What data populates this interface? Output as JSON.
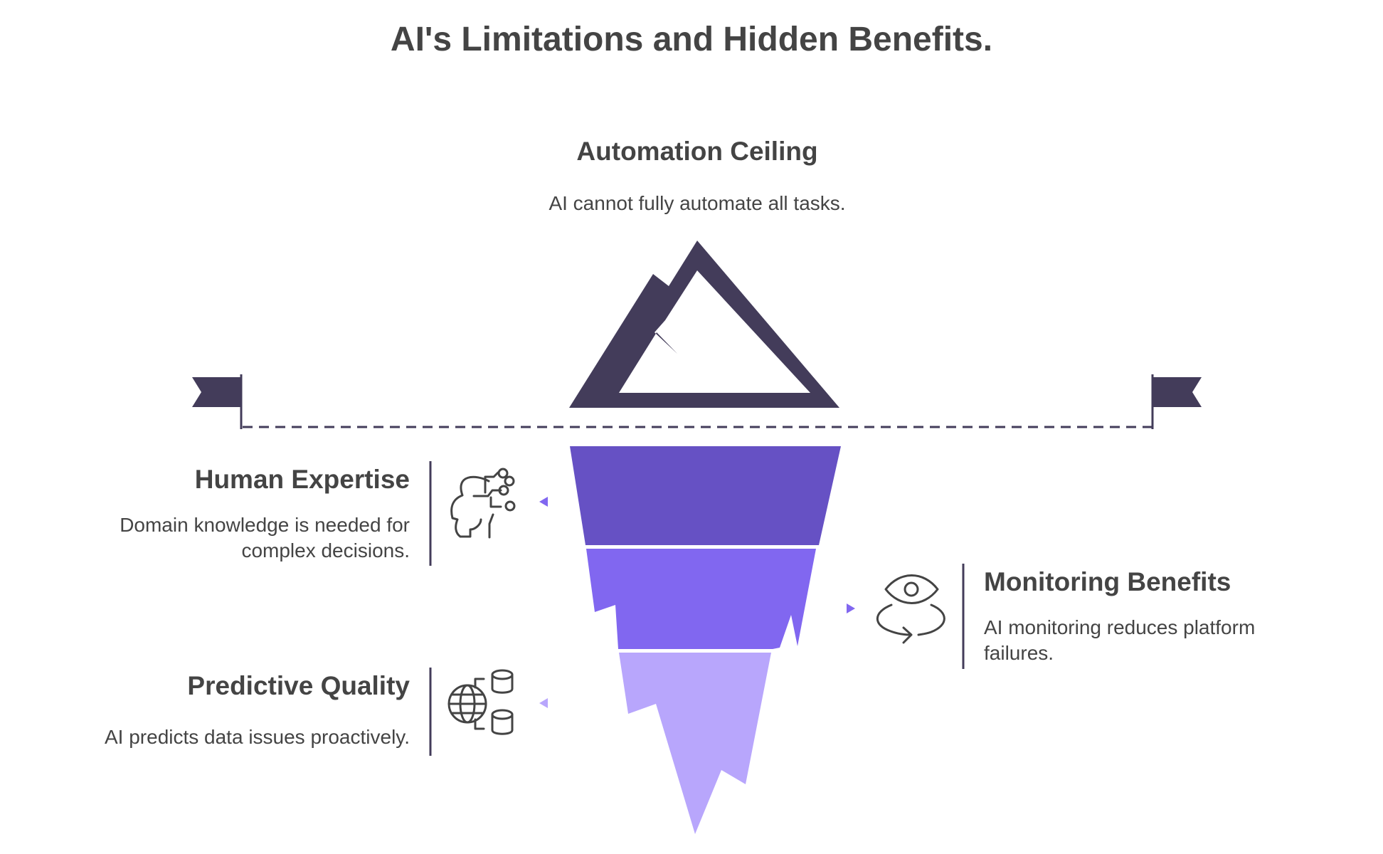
{
  "title": "AI's Limitations and Hidden Benefits.",
  "top": {
    "heading": "Automation Ceiling",
    "description": "AI cannot fully automate all tasks."
  },
  "items": [
    {
      "heading": "Human Expertise",
      "description": "Domain knowledge is needed for complex decisions.",
      "icon": "head-circuit-icon"
    },
    {
      "heading": "Monitoring Benefits",
      "description": "AI monitoring reduces platform failures.",
      "icon": "eye-rotate-icon"
    },
    {
      "heading": "Predictive Quality",
      "description": "AI predicts data issues proactively.",
      "icon": "globe-database-icon"
    }
  ],
  "colors": {
    "text": "#444444",
    "tip": "#433c5a",
    "layer1": "#6651c4",
    "layer2": "#8167f0",
    "layer3": "#b8a6fc",
    "arrow": "#8167f0"
  }
}
